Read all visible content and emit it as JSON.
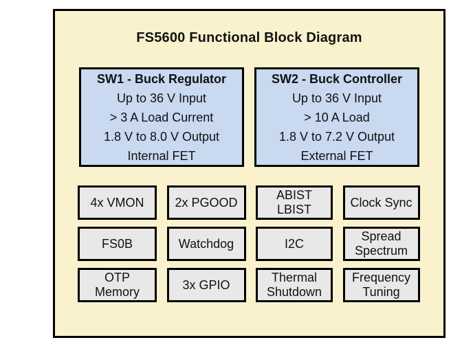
{
  "diagram": {
    "title": "FS5600 Functional Block Diagram",
    "colors": {
      "panel_fill": "#FAF2CD",
      "sw_fill": "#C8D9F0",
      "feature_fill": "#E8E8E8",
      "border": "#000000"
    },
    "sw_blocks": [
      {
        "title": "SW1 - Buck Regulator",
        "lines": [
          "Up to 36 V Input",
          "> 3 A Load Current",
          "1.8 V to 8.0 V Output",
          "Internal FET"
        ]
      },
      {
        "title": "SW2 - Buck Controller",
        "lines": [
          "Up to 36 V Input",
          "> 10 A Load",
          "1.8 V to 7.2 V Output",
          "External FET"
        ]
      }
    ],
    "feature_blocks": [
      {
        "label": [
          "4x VMON"
        ]
      },
      {
        "label": [
          "2x PGOOD"
        ]
      },
      {
        "label": [
          "ABIST",
          "LBIST"
        ]
      },
      {
        "label": [
          "Clock Sync"
        ]
      },
      {
        "label": [
          "FS0B"
        ]
      },
      {
        "label": [
          "Watchdog"
        ]
      },
      {
        "label": [
          "I2C"
        ]
      },
      {
        "label": [
          "Spread",
          "Spectrum"
        ]
      },
      {
        "label": [
          "OTP",
          "Memory"
        ]
      },
      {
        "label": [
          "3x GPIO"
        ]
      },
      {
        "label": [
          "Thermal",
          "Shutdown"
        ]
      },
      {
        "label": [
          "Frequency",
          "Tuning"
        ]
      }
    ]
  }
}
